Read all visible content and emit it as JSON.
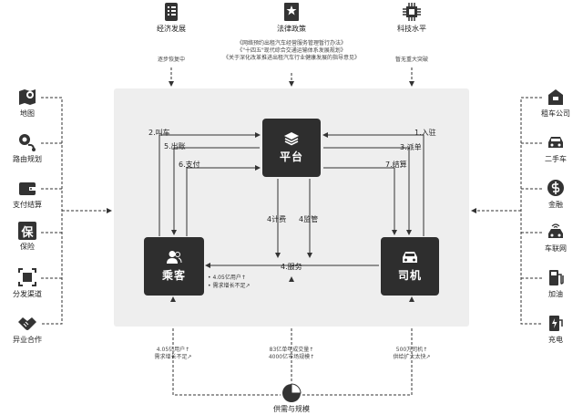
{
  "top": {
    "economy": {
      "label": "经济发展",
      "note": "逐步恢复中"
    },
    "policy": {
      "label": "法律政策",
      "docs": [
        "《网络预约出租汽车经营服务管理暂行办法》",
        "《\"十四五\"现代综合交通运输体系发展规划》",
        "《关于深化改革推进出租汽车行业健康发展的指导意见》"
      ]
    },
    "tech": {
      "label": "科技水平",
      "note": "暂无重大突破"
    }
  },
  "left": [
    {
      "label": "地图",
      "icon": "map-pin-icon"
    },
    {
      "label": "路由规划",
      "icon": "route-icon"
    },
    {
      "label": "支付结算",
      "icon": "wallet-icon"
    },
    {
      "label": "保险",
      "icon": "insurance-icon",
      "glyph": "保"
    },
    {
      "label": "分发渠道",
      "icon": "distribution-icon"
    },
    {
      "label": "异业合作",
      "icon": "handshake-icon"
    }
  ],
  "right": [
    {
      "label": "租车公司",
      "icon": "building-icon"
    },
    {
      "label": "二手车",
      "icon": "used-car-icon"
    },
    {
      "label": "金融",
      "icon": "finance-icon"
    },
    {
      "label": "车联网",
      "icon": "connected-car-icon"
    },
    {
      "label": "加油",
      "icon": "fuel-icon"
    },
    {
      "label": "充电",
      "icon": "charging-icon"
    }
  ],
  "nodes": {
    "platform": "平台",
    "passenger": "乘客",
    "driver": "司机"
  },
  "edges": {
    "call": "2.叫车",
    "depart": "5.出账",
    "pay": "6.支付",
    "join": "1.入驻",
    "dispatch": "3.派单",
    "settle": "7.结算",
    "billing": "4计费",
    "supervise": "4监管",
    "service": "4.服务"
  },
  "passenger_bullets": [
    "4.05亿用户↑",
    "需求增长不足↗"
  ],
  "bottom": {
    "left_note": [
      "4.05亿用户↑",
      "需求增长不足↗"
    ],
    "center_note": [
      "83亿单年成交量↑",
      "4000亿市场规模↑"
    ],
    "right_note": [
      "500万司机↑",
      "供给扩大太快↗"
    ],
    "label": "供需与规模",
    "icon": "pie-chart-icon"
  },
  "colors": {
    "node": "#2e2e2e",
    "panel": "#eeeeee",
    "line": "#333333"
  }
}
